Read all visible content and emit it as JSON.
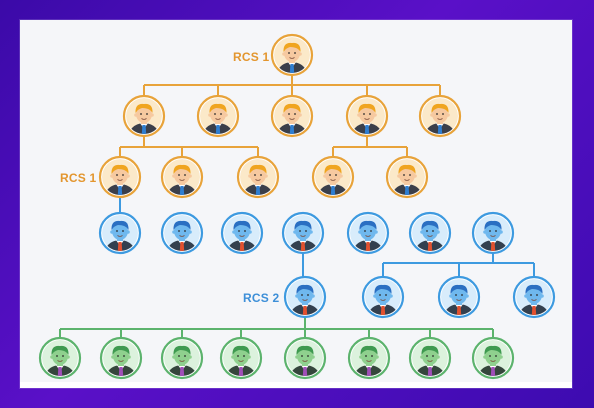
{
  "colors": {
    "orange": "#e8a33a",
    "blue": "#3d9ae0",
    "green": "#5cb36d",
    "orange_label": "#e3962f",
    "blue_label": "#3d8fd8"
  },
  "labels": {
    "top": "RCS 1",
    "second": "RCS 1",
    "third": "RCS 2"
  },
  "icon": "person-avatar-icon"
}
